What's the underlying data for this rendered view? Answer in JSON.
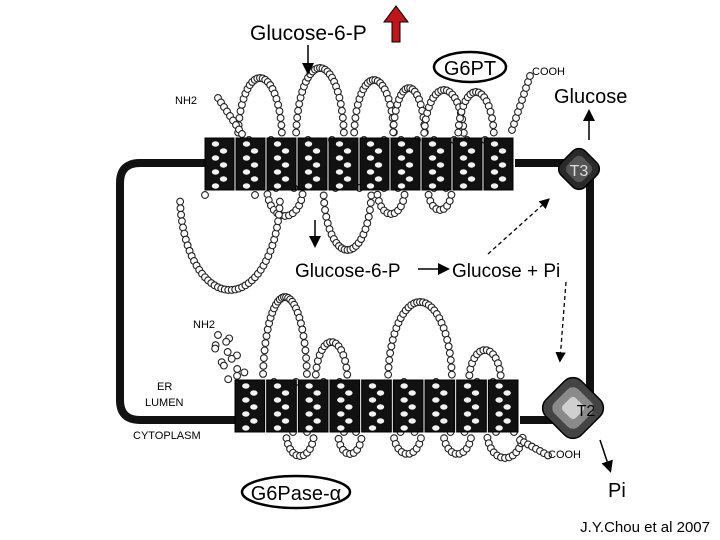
{
  "labels": {
    "g6p_top": "Glucose-6-P",
    "g6pt": "G6PT",
    "cooh_top": "COOH",
    "nh2_top": "NH2",
    "glucose_out": "Glucose",
    "t3": "T3",
    "reaction_substrate": "Glucose-6-P",
    "reaction_products": "Glucose + Pi",
    "nh2_bottom": "NH2",
    "er_lumen_line1": "ER",
    "er_lumen_line2": "LUMEN",
    "cytoplasm": "CYTOPLASM",
    "t2": "T2",
    "cooh_bottom": "COOH",
    "g6pase": "G6Pase-α",
    "pi_out": "Pi",
    "citation": "J.Y.Chou et al 2007"
  },
  "colors": {
    "up_arrow": "#c0161b",
    "membrane": "#111111",
    "line": "#000000"
  }
}
